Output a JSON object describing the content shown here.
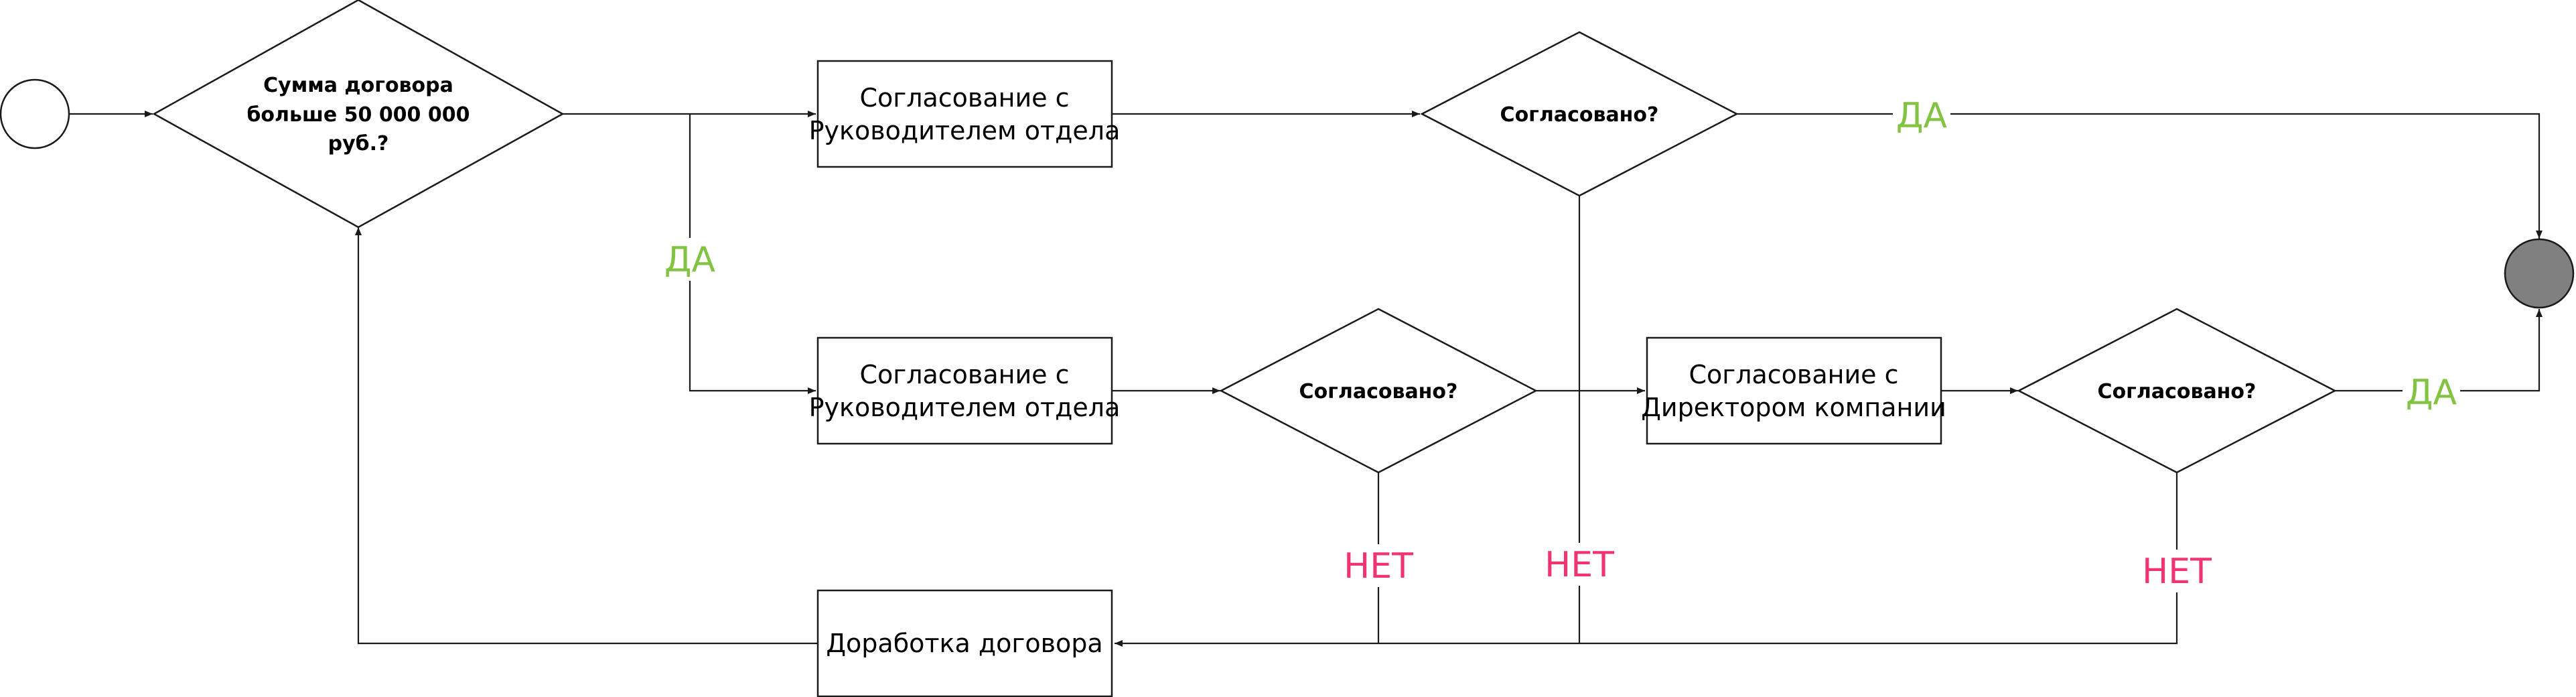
{
  "colors": {
    "yes": "#82c341",
    "no": "#f0346f",
    "end_fill": "#808080"
  },
  "diagram": {
    "start_event": "",
    "end_event": "",
    "d1": [
      "Сумма договора",
      "больше 50 000 000",
      "руб.?"
    ],
    "r1": [
      "Согласование с",
      "Руководителем отдела"
    ],
    "r2": [
      "Согласование с",
      "Руководителем отдела"
    ],
    "r3": [
      "Согласование с",
      "Директором компании"
    ],
    "r4": [
      "Доработка договора"
    ],
    "d2": [
      "Согласовано?"
    ],
    "d3": [
      "Согласовано?"
    ],
    "d4": [
      "Согласовано?"
    ],
    "labels": {
      "yes_branch": "ДА",
      "yes_top": "ДА",
      "yes_bottom": "ДА",
      "no_1": "НЕТ",
      "no_2": "НЕТ",
      "no_3": "НЕТ"
    }
  }
}
